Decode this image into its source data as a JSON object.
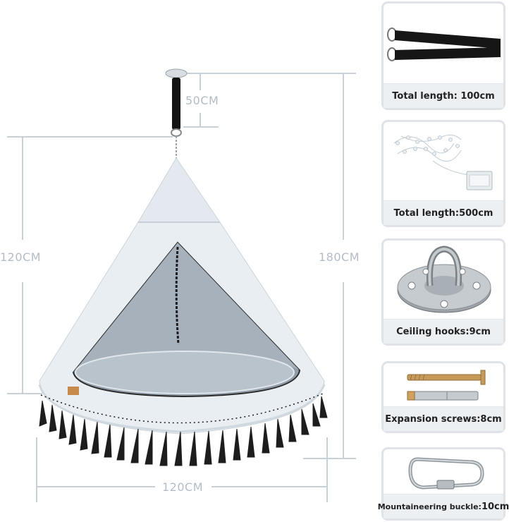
{
  "dimensions": {
    "strap_height": "50CM",
    "tent_height": "120CM",
    "total_height": "180CM",
    "tent_width": "120CM"
  },
  "accessories": [
    {
      "name": "strap-card",
      "label": "Total length: 100cm"
    },
    {
      "name": "led-string-card",
      "label": "Total length:500cm"
    },
    {
      "name": "ceiling-hook-card",
      "label": "Ceiling hooks:9cm"
    },
    {
      "name": "expansion-screw-card",
      "label": "Expansion screws:8cm"
    },
    {
      "name": "carabiner-card",
      "label_prefix": "Mountaineering buckle:",
      "label_value": "10cm"
    }
  ],
  "colors": {
    "tent": "#e9eef2",
    "tent_shade": "#cfd8df",
    "interior": "#8f9ba6",
    "fringe": "#1d1d1f",
    "dimension_line": "#c8d0d8",
    "card_label_bg": "#edf0f3"
  }
}
